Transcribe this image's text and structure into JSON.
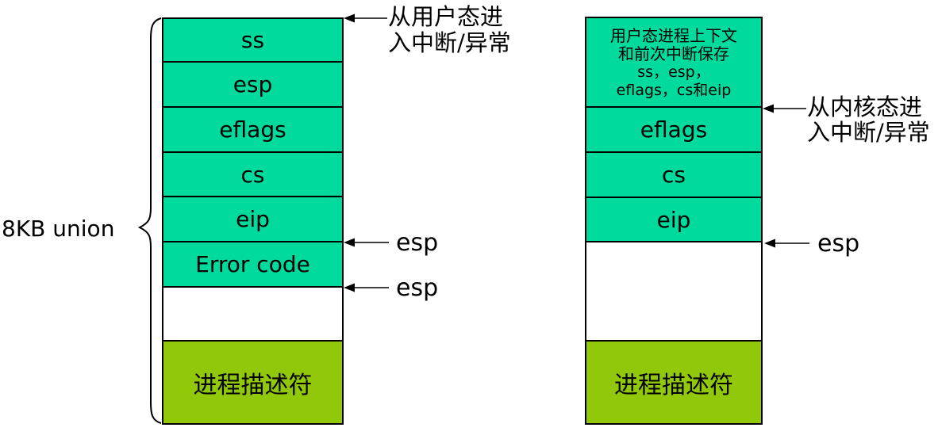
{
  "colors": {
    "cell_teal": "#00da9d",
    "cell_green": "#92c80a"
  },
  "left_diagram": {
    "union_label": "8KB union",
    "cells": [
      "ss",
      "esp",
      "eflags",
      "cs",
      "eip",
      "Error code"
    ],
    "descriptor": "进程描述符",
    "user_mode_arrow_label_line1": "从用户态进",
    "user_mode_arrow_label_line2": "入中断/异常",
    "esp_label_top": "esp",
    "esp_label_bottom": "esp"
  },
  "right_diagram": {
    "context_cell": {
      "line1": "用户态进程上下文",
      "line2": "和前次中断保存",
      "line3": "ss，esp，",
      "line4": "eflags，cs和eip"
    },
    "cells": [
      "eflags",
      "cs",
      "eip"
    ],
    "descriptor": "进程描述符",
    "kernel_mode_arrow_label_line1": "从内核态进",
    "kernel_mode_arrow_label_line2": "入中断/异常",
    "esp_label": "esp"
  }
}
